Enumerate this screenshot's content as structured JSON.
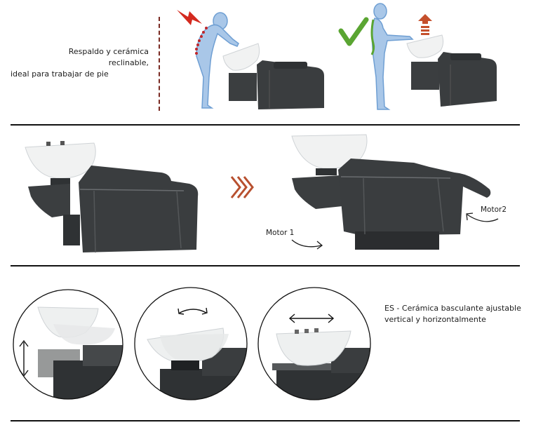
{
  "section1": {
    "caption_line1": "Respaldo y cerámica reclinable,",
    "caption_line2": "ideal para trabajar de pie",
    "panels": [
      {
        "posture": "incorrect",
        "indicator_icon": "lightning-pain-icon",
        "accent": "#d42a1f",
        "spine_color": "#c0262a"
      },
      {
        "posture": "correct",
        "indicator_icon": "checkmark-icon",
        "accent": "#5aa532",
        "spine_color": "#5aa532",
        "lift_icon": "up-arrow-icon",
        "lift_color": "#c5502c"
      }
    ],
    "divider_color": "#7a2a22"
  },
  "section2": {
    "transition_icon": "triple-chevron-right-icon",
    "transition_color": "#b8502f",
    "motor1_label": "Motor 1",
    "motor2_label": "Motor2"
  },
  "section3": {
    "caption_line1": "ES - Cerámica basculante ajustable",
    "caption_line2": "vertical y horizontalmente",
    "circles": [
      {
        "motion": "vertical",
        "arrow_icon": "vertical-double-arrow-icon"
      },
      {
        "motion": "tilt",
        "arrow_icon": "curved-double-arrow-icon"
      },
      {
        "motion": "horizontal",
        "arrow_icon": "horizontal-double-arrow-icon"
      }
    ]
  },
  "colors": {
    "chair": "#3a3d3f",
    "chair_dark": "#2b2d2f",
    "basin": "#f1f2f2",
    "figure": "#8fb6de",
    "rule": "#111111"
  }
}
